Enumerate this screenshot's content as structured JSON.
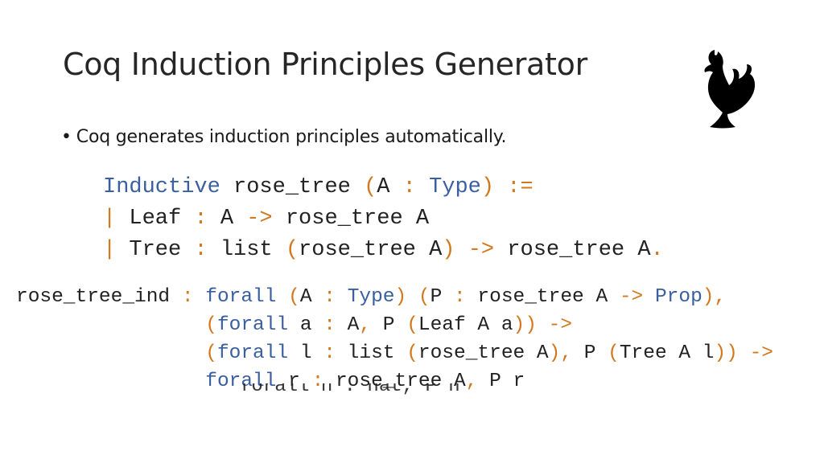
{
  "title": "Coq Induction Principles Generator",
  "bullet": {
    "marker": "•",
    "text": "Coq generates induction principles automatically."
  },
  "logo": {
    "icon": "coq-rooster-icon"
  },
  "definition": {
    "lines": [
      [
        [
          "kw",
          "Inductive"
        ],
        [
          "id",
          " rose_tree "
        ],
        [
          "op",
          "("
        ],
        [
          "id",
          "A "
        ],
        [
          "op",
          ":"
        ],
        [
          "id",
          " "
        ],
        [
          "kw",
          "Type"
        ],
        [
          "op",
          ")"
        ],
        [
          "id",
          " "
        ],
        [
          "op",
          ":="
        ]
      ],
      [
        [
          "op",
          "|"
        ],
        [
          "id",
          " Leaf "
        ],
        [
          "op",
          ":"
        ],
        [
          "id",
          " A "
        ],
        [
          "op",
          "->"
        ],
        [
          "id",
          " rose_tree A"
        ]
      ],
      [
        [
          "op",
          "|"
        ],
        [
          "id",
          " Tree "
        ],
        [
          "op",
          ":"
        ],
        [
          "id",
          " list "
        ],
        [
          "op",
          "("
        ],
        [
          "id",
          "rose_tree A"
        ],
        [
          "op",
          ")"
        ],
        [
          "id",
          " "
        ],
        [
          "op",
          "->"
        ],
        [
          "id",
          " rose_tree A"
        ],
        [
          "op",
          "."
        ]
      ]
    ]
  },
  "induction_principle": {
    "lines": [
      [
        [
          "id",
          "rose_tree_ind "
        ],
        [
          "op",
          ":"
        ],
        [
          "id",
          " "
        ],
        [
          "kw",
          "forall"
        ],
        [
          "id",
          " "
        ],
        [
          "op",
          "("
        ],
        [
          "id",
          "A "
        ],
        [
          "op",
          ":"
        ],
        [
          "id",
          " "
        ],
        [
          "kw",
          "Type"
        ],
        [
          "op",
          ")"
        ],
        [
          "id",
          " "
        ],
        [
          "op",
          "("
        ],
        [
          "id",
          "P "
        ],
        [
          "op",
          ":"
        ],
        [
          "id",
          " rose_tree A "
        ],
        [
          "op",
          "->"
        ],
        [
          "id",
          " "
        ],
        [
          "kw",
          "Prop"
        ],
        [
          "op",
          ")"
        ],
        [
          "op",
          ","
        ]
      ],
      [
        [
          "id",
          "                "
        ],
        [
          "op",
          "("
        ],
        [
          "kw",
          "forall"
        ],
        [
          "id",
          " a "
        ],
        [
          "op",
          ":"
        ],
        [
          "id",
          " A"
        ],
        [
          "op",
          ","
        ],
        [
          "id",
          " P "
        ],
        [
          "op",
          "("
        ],
        [
          "id",
          "Leaf A a"
        ],
        [
          "op",
          "))"
        ],
        [
          "id",
          " "
        ],
        [
          "op",
          "->"
        ]
      ],
      [
        [
          "id",
          "                "
        ],
        [
          "op",
          "("
        ],
        [
          "kw",
          "forall"
        ],
        [
          "id",
          " l "
        ],
        [
          "op",
          ":"
        ],
        [
          "id",
          " list "
        ],
        [
          "op",
          "("
        ],
        [
          "id",
          "rose_tree A"
        ],
        [
          "op",
          ")"
        ],
        [
          "op",
          ","
        ],
        [
          "id",
          " P "
        ],
        [
          "op",
          "("
        ],
        [
          "id",
          "Tree A l"
        ],
        [
          "op",
          "))"
        ],
        [
          "id",
          " "
        ],
        [
          "op",
          "->"
        ]
      ],
      [
        [
          "id",
          "                "
        ],
        [
          "kw",
          "forall"
        ],
        [
          "id",
          " r "
        ],
        [
          "op",
          ":"
        ],
        [
          "id",
          " rose_tree A"
        ],
        [
          "op",
          ","
        ],
        [
          "id",
          " P r"
        ]
      ]
    ]
  },
  "ghost_text": "forall n : nat, P n"
}
